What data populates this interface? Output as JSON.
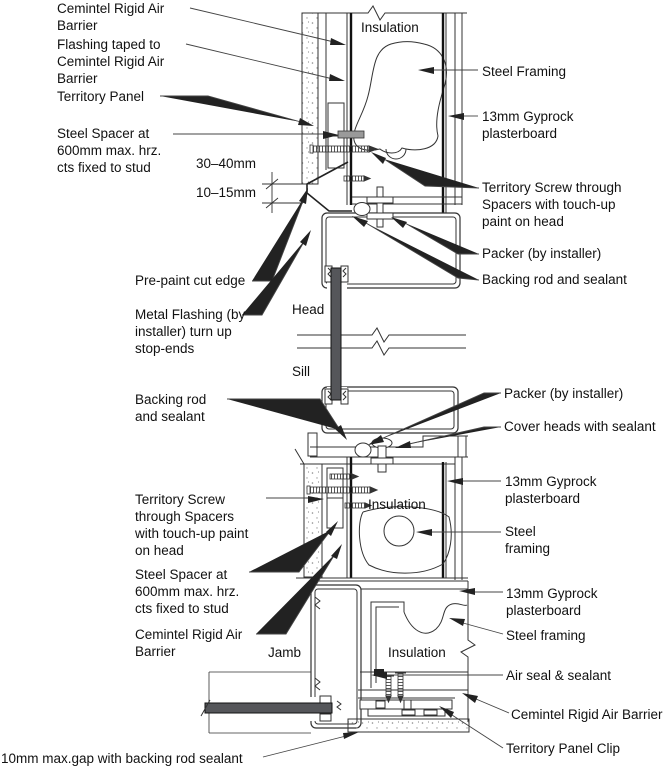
{
  "colors": {
    "line": "#333333",
    "structure": "#111111",
    "glass": "#55565a",
    "text": "#111111",
    "background": "#ffffff"
  },
  "view_labels": {
    "head": "Head",
    "sill": "Sill",
    "jamb": "Jamb"
  },
  "dimensions": {
    "cavity_30_40": "30–40mm",
    "cavity_10_15": "10–15mm",
    "gap_note": "10mm max.gap with backing rod sealant"
  },
  "labels": {
    "cemintel_top": "Cemintel Rigid Air\nBarrier",
    "flashing_taped": "Flashing taped to\nCemintel Rigid Air\nBarrier",
    "territory_panel": "Territory Panel",
    "steel_spacer_top": "Steel Spacer at\n600mm max. hrz.\ncts fixed to stud",
    "pre_paint": "Pre-paint cut edge",
    "metal_flashing": "Metal Flashing (by\ninstaller) turn up\nstop-ends",
    "insulation_top": "Insulation",
    "steel_framing_top": "Steel Framing",
    "gyprock_top": "13mm Gyprock\nplasterboard",
    "territory_screw_right": "Territory Screw through\nSpacers with touch-up\npaint on head",
    "packer_head": "Packer (by installer)",
    "backing_rod_head": "Backing rod and sealant",
    "packer_sill": "Packer (by installer)",
    "cover_heads": "Cover heads with sealant",
    "backing_rod_sill": "Backing rod\nand sealant",
    "gyprock_mid": "13mm Gyprock\nplasterboard",
    "steel_framing_mid": "Steel\nframing",
    "insulation_mid": "Insulation",
    "territory_screw_left": "Territory Screw\nthrough Spacers\nwith touch-up paint\non head",
    "steel_spacer_mid": "Steel Spacer at\n600mm max. hrz.\ncts fixed to stud",
    "cemintel_mid": "Cemintel Rigid Air\nBarrier",
    "gyprock_bottom": "13mm Gyprock\nplasterboard",
    "steel_framing_bottom": "Steel framing",
    "insulation_bottom": "Insulation",
    "air_seal": "Air seal & sealant",
    "cemintel_bottom": "Cemintel Rigid Air Barrier",
    "territory_clip": "Territory Panel Clip"
  }
}
